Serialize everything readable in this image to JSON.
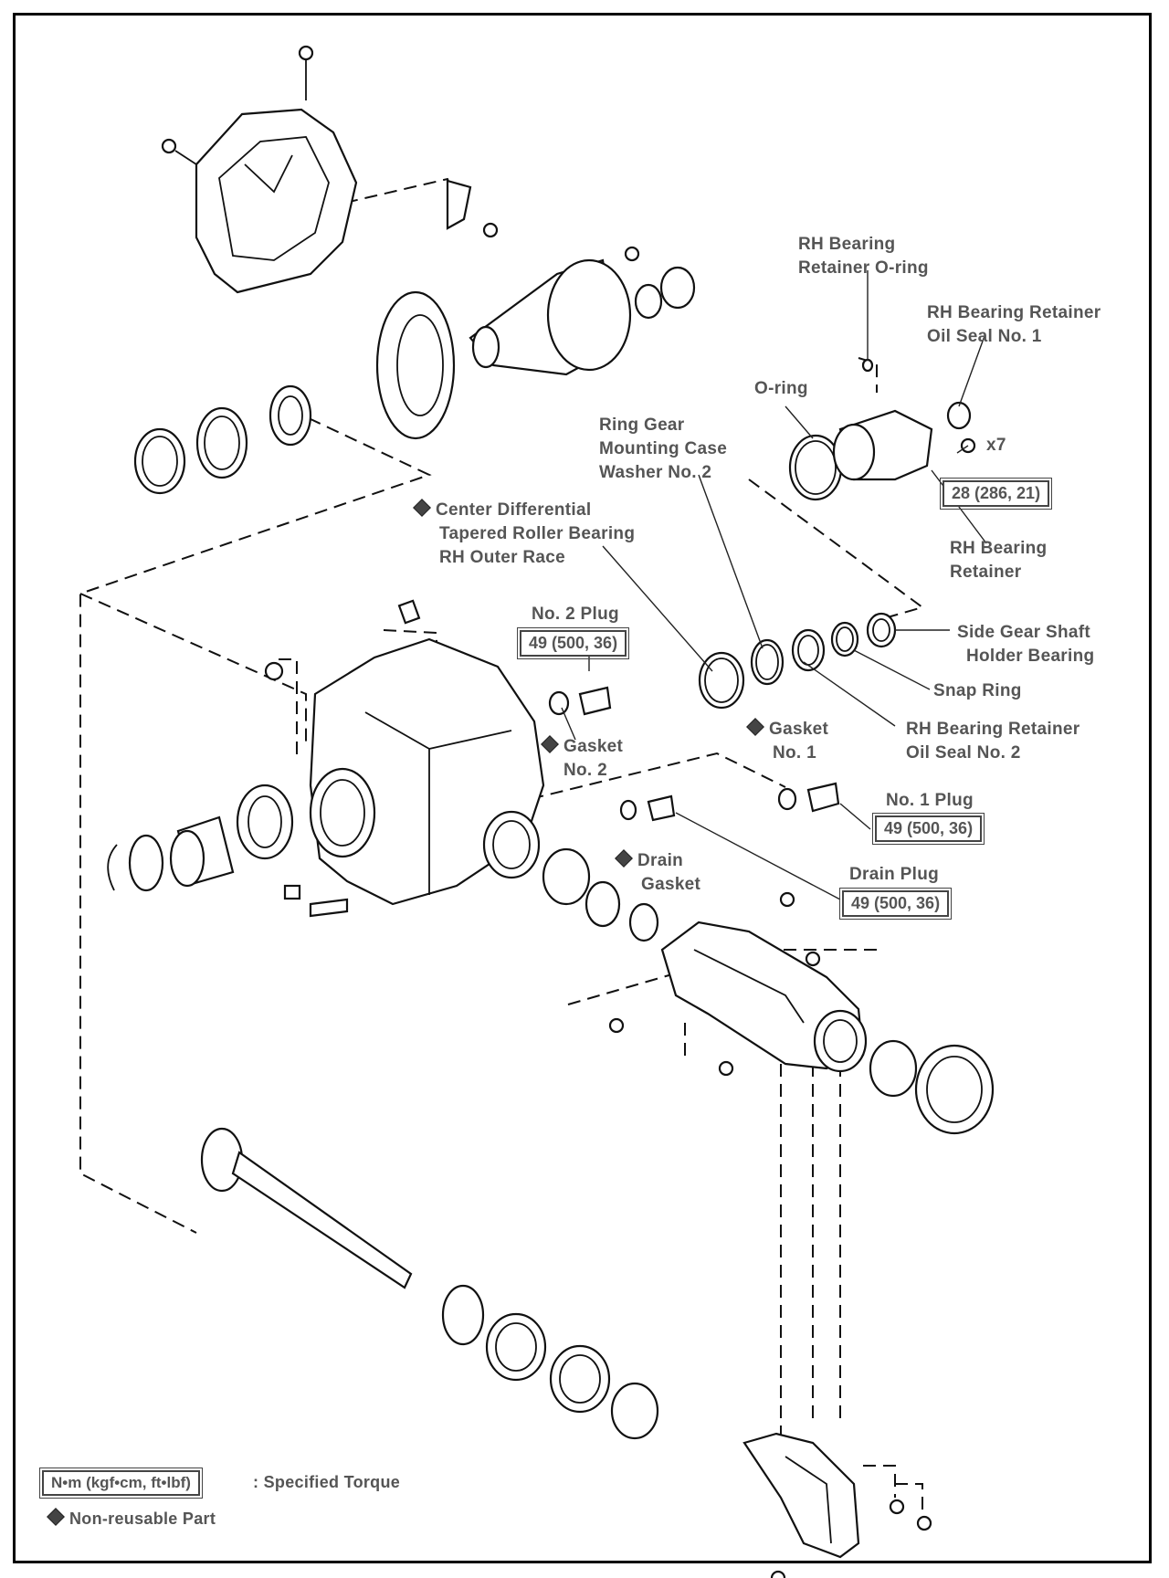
{
  "labels": {
    "rh_oring_l1": "RH Bearing",
    "rh_oring_l2": "Retainer O-ring",
    "rh_seal1_l1": "RH Bearing Retainer",
    "rh_seal1_l2": "Oil Seal No. 1",
    "oring": "O-ring",
    "x7": "x7",
    "ring_gear_l1": "Ring Gear",
    "ring_gear_l2": "Mounting Case",
    "ring_gear_l3": "Washer No. 2",
    "center_diff_l1": "Center Differential",
    "center_diff_l2": "Tapered Roller Bearing",
    "center_diff_l3": "RH Outer Race",
    "rh_retainer_l1": "RH Bearing",
    "rh_retainer_l2": "Retainer",
    "no2_plug": "No. 2 Plug",
    "side_gear_l1": "Side Gear Shaft",
    "side_gear_l2": "Holder Bearing",
    "snap_ring": "Snap Ring",
    "gasket_no2_l1": "Gasket",
    "gasket_no2_l2": "No. 2",
    "gasket_no1_l1": "Gasket",
    "gasket_no1_l2": "No. 1",
    "rh_seal2_l1": "RH Bearing Retainer",
    "rh_seal2_l2": "Oil Seal No. 2",
    "no1_plug": "No. 1 Plug",
    "drain_gasket_l1": "Drain",
    "drain_gasket_l2": "Gasket",
    "drain_plug": "Drain Plug"
  },
  "torques": {
    "rh_retainer_bolt": "28 (286, 21)",
    "no2_plug": "49 (500, 36)",
    "no1_plug": "49 (500, 36)",
    "drain_plug": "49 (500, 36)"
  },
  "legend": {
    "torque_box": "N•m (kgf•cm, ft•lbf)",
    "torque_text": ": Specified Torque",
    "nonreusable_text": "Non-reusable Part"
  }
}
